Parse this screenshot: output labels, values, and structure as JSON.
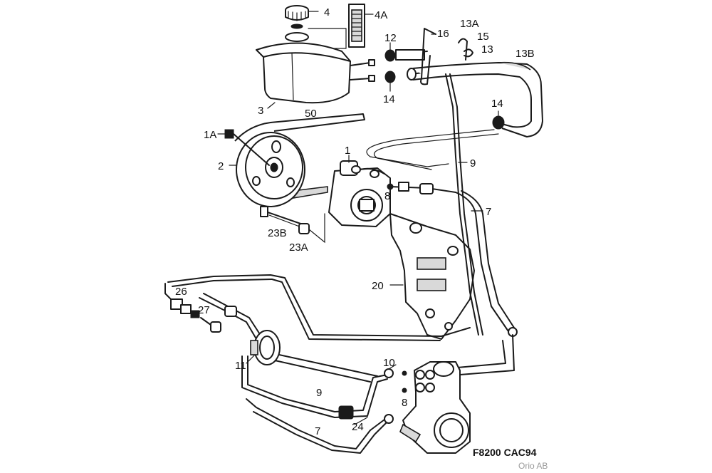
{
  "diagram": {
    "labels": {
      "4": "4",
      "4A": "4A",
      "12": "12",
      "16": "16",
      "13A": "13A",
      "15": "15",
      "13": "13",
      "13B": "13B",
      "3": "3",
      "14_top": "14",
      "14_right": "14",
      "50": "50",
      "1A": "1A",
      "1": "1",
      "9_right": "9",
      "2": "2",
      "8_pump": "8",
      "7_right": "7",
      "23B": "23B",
      "23A": "23A",
      "20": "20",
      "26": "26",
      "27": "27",
      "11": "11",
      "10": "10",
      "9_bottom": "9",
      "8_gear": "8",
      "24": "24",
      "7_bottom": "7"
    },
    "footer": {
      "code": "F8200  CAC94",
      "brand": "Orio AB"
    }
  }
}
